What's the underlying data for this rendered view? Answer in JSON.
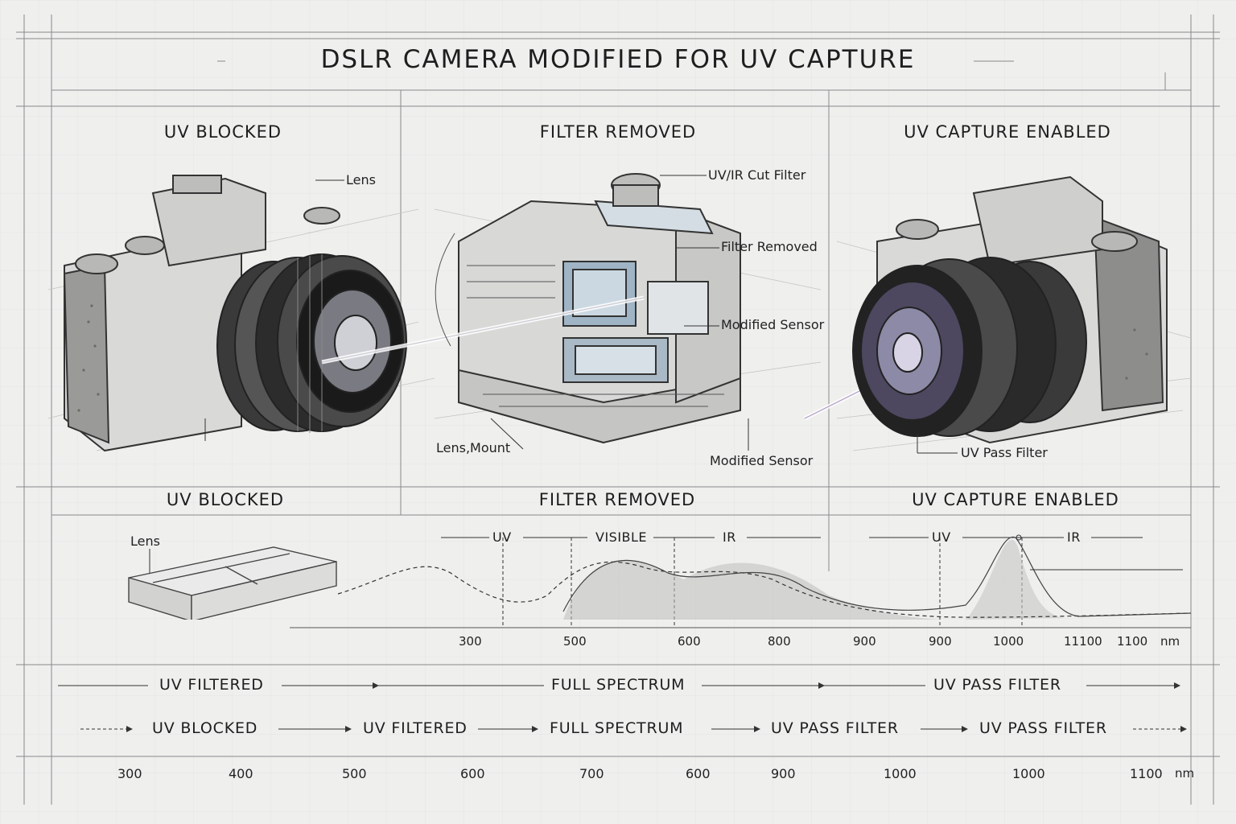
{
  "title": "DSLR CAMERA MODIFIED FOR UV CAPTURE",
  "panels": [
    {
      "title": "UV BLOCKED"
    },
    {
      "title": "FILTER REMOVED"
    },
    {
      "title": "UV CAPTURE ENABLED"
    }
  ],
  "callouts": {
    "lens": "Lens",
    "uvir_cut_filter": "UV/IR Cut Filter",
    "filter_removed": "Filter Removed",
    "modified_sensor_top": "Modified Sensor",
    "lens_mount": "Lens,Mount",
    "modified_sensor_bottom": "Modified Sensor",
    "uv_pass_filter": "UV Pass Filter",
    "lens_lower": "Lens"
  },
  "lower_panels": [
    {
      "title": "UV BLOCKED"
    },
    {
      "title": "FILTER REMOVED"
    },
    {
      "title": "UV CAPTURE ENABLED"
    }
  ],
  "bands": {
    "uv_1": "UV",
    "visible": "VISIBLE",
    "ir_1": "IR",
    "uv_2": "UV",
    "ir_2": "IR"
  },
  "spectrum_ticks": [
    "300",
    "500",
    "600",
    "800",
    "900",
    "900",
    "1000",
    "11100",
    "1100"
  ],
  "spectrum_unit": "nm",
  "flow_row_1": [
    "UV FILTERED",
    "FULL SPECTRUM",
    "UV PASS FILTER"
  ],
  "flow_row_2": [
    "UV BLOCKED",
    "UV FILTERED",
    "FULL SPECTRUM",
    "UV PASS FILTER",
    "UV PASS FILTER"
  ],
  "bottom_ticks": [
    "300",
    "400",
    "500",
    "600",
    "700",
    "600",
    "900",
    "1000",
    "1000",
    "1100"
  ],
  "bottom_unit": "nm",
  "chart_data": {
    "type": "line",
    "title": "",
    "xlabel": "",
    "ylabel": "",
    "x_tick_labels": [
      "300",
      "500",
      "600",
      "800",
      "900",
      "900",
      "1000",
      "11100",
      "1100"
    ],
    "x_unit": "nm",
    "bands": [
      "UV",
      "VISIBLE",
      "IR",
      "UV",
      "IR"
    ],
    "grid": true,
    "legend": "none"
  }
}
